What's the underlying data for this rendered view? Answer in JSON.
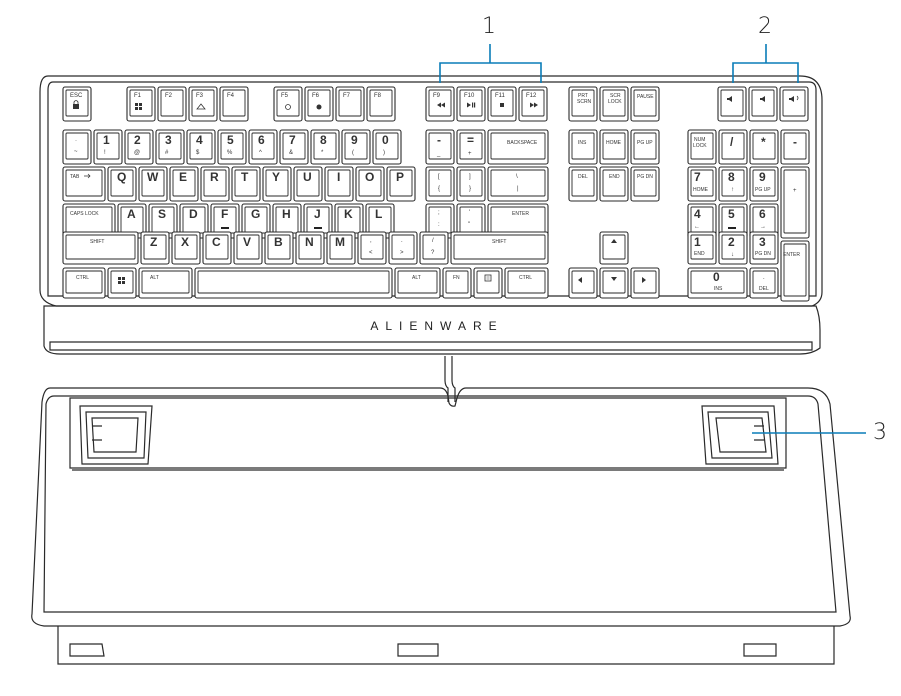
{
  "callouts": {
    "one": "1",
    "two": "2",
    "three": "3"
  },
  "brand": "ALIENWARE",
  "icons": {
    "win_lock": "windows-lock-icon",
    "game_mode": "game-mode-icon",
    "lighting_down": "lighting-down-icon",
    "lighting_up": "lighting-up-icon",
    "prev_track": "previous-track-icon",
    "play_pause": "play-pause-icon",
    "stop": "stop-icon",
    "next_track": "next-track-icon",
    "mute": "mute-icon",
    "volume_down": "volume-down-icon",
    "volume_up": "volume-up-icon",
    "windows": "windows-icon",
    "menu": "menu-icon",
    "arrow_up": "arrow-up-icon",
    "arrow_left": "arrow-left-icon",
    "arrow_down": "arrow-down-icon",
    "arrow_right": "arrow-right-icon",
    "tab": "tab-icon"
  },
  "keys": {
    "esc": "ESC",
    "f1": "F1",
    "f2": "F2",
    "f3": "F3",
    "f4": "F4",
    "f5": "F5",
    "f6": "F6",
    "f7": "F7",
    "f8": "F8",
    "f9": "F9",
    "f10": "F10",
    "f11": "F11",
    "f12": "F12",
    "prt": "PRT",
    "scrn": "SCRN",
    "scr": "SCR",
    "lock": "LOCK",
    "pause": "PAUSE",
    "tilde_top": "·",
    "tilde_bot": "~",
    "n1": "1",
    "n1s": "!",
    "n2": "2",
    "n2s": "@",
    "n3": "3",
    "n3s": "#",
    "n4": "4",
    "n4s": "$",
    "n5": "5",
    "n5s": "%",
    "n6": "6",
    "n6s": "^",
    "n7": "7",
    "n7s": "&",
    "n8": "8",
    "n8s": "*",
    "n9": "9",
    "n9s": "(",
    "n0": "0",
    "n0s": ")",
    "minus": "-",
    "minus_s": "_",
    "equals": "=",
    "plus_s": "+",
    "backspace": "BACKSPACE",
    "tab": "TAB",
    "q": "Q",
    "w": "W",
    "e": "E",
    "r": "R",
    "t": "T",
    "y": "Y",
    "u": "U",
    "i": "I",
    "o": "O",
    "p": "P",
    "lbr": "[",
    "lbr_s": "{",
    "rbr": "]",
    "rbr_s": "}",
    "bslash": "\\",
    "pipe": "|",
    "caps": "CAPS LOCK",
    "a": "A",
    "s": "S",
    "d": "D",
    "f": "F",
    "g": "G",
    "h": "H",
    "j": "J",
    "k": "K",
    "l": "L",
    "semi": ";",
    "colon": ":",
    "quote": "'",
    "dquote": "\"",
    "enter": "ENTER",
    "shift": "SHIFT",
    "z": "Z",
    "x": "X",
    "c": "C",
    "v": "V",
    "b": "B",
    "n": "N",
    "m": "M",
    "comma": ",",
    "lt": "<",
    "period": ".",
    "gt": ">",
    "slash": "/",
    "qmark": "?",
    "ctrl": "CTRL",
    "alt": "ALT",
    "fn": "FN",
    "ins": "INS",
    "home": "HOME",
    "pgup": "PG UP",
    "del": "DEL",
    "end": "END",
    "pgdn": "PG DN",
    "num": "NUM",
    "numlock": "LOCK",
    "kp_slash": "/",
    "kp_star": "*",
    "kp_minus": "-",
    "kp_plus": "+",
    "kp7": "7",
    "kp8": "8",
    "kp9": "9",
    "kp4": "4",
    "kp5": "5",
    "kp6": "6",
    "kp1": "1",
    "kp2": "2",
    "kp3": "3",
    "kp0": "0",
    "kp_dot": ".",
    "kp_up": "↑",
    "kp_left": "←",
    "kp_right": "→",
    "kp_down": "↓",
    "kp_enter": "ENTER"
  }
}
